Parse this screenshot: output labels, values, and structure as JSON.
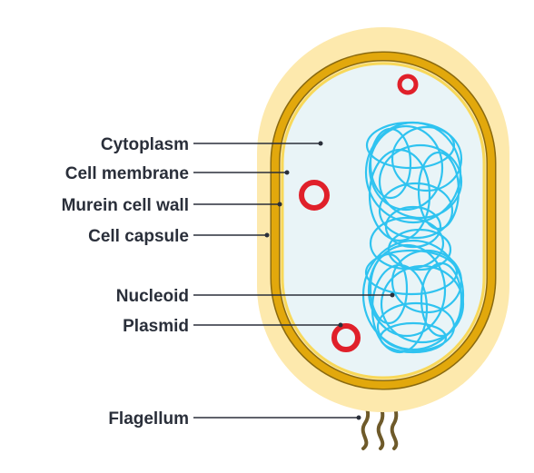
{
  "diagram": {
    "labels": {
      "cytoplasm": "Cytoplasm",
      "cell_membrane": "Cell membrane",
      "murein_cell_wall": "Murein cell wall",
      "cell_capsule": "Cell capsule",
      "nucleoid": "Nucleoid",
      "plasmid": "Plasmid",
      "flagellum": "Flagellum"
    },
    "colors": {
      "capsule": "#fde9ad",
      "cell_wall": "#e2a80c",
      "cell_wall_dark": "#8a6a10",
      "membrane": "#f8d85a",
      "cytoplasm": "#e9f4f7",
      "nucleoid": "#2fc3f0",
      "plasmid": "#e0202a",
      "flagellum": "#6e5a2a",
      "text": "#2a2f3a"
    }
  }
}
